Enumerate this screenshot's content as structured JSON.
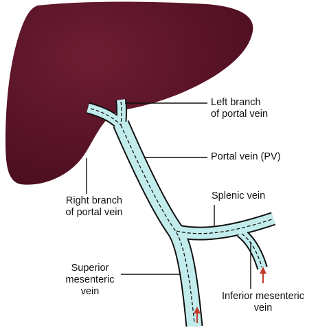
{
  "colors": {
    "liver": "#4a0e1e",
    "liver_highlight": "#6e1d33",
    "vein_fill": "#c2ecec",
    "vein_outline": "#111111",
    "leader_line": "#111111",
    "flow_arrow": "#c0392b"
  },
  "labels": {
    "left_branch": [
      "Left branch",
      "of portal vein"
    ],
    "portal_vein": "Portal vein (PV)",
    "splenic_vein": "Splenic vein",
    "right_branch": [
      "Right branch",
      "of portal vein"
    ],
    "superior_mesenteric": [
      "Superior",
      "mesenteric",
      "vein"
    ],
    "inferior_mesenteric": [
      "Inferior mesenteric",
      "vein"
    ]
  },
  "icons": {
    "liver": "liver-shape",
    "flow_arrows": "up-arrow-icon"
  }
}
